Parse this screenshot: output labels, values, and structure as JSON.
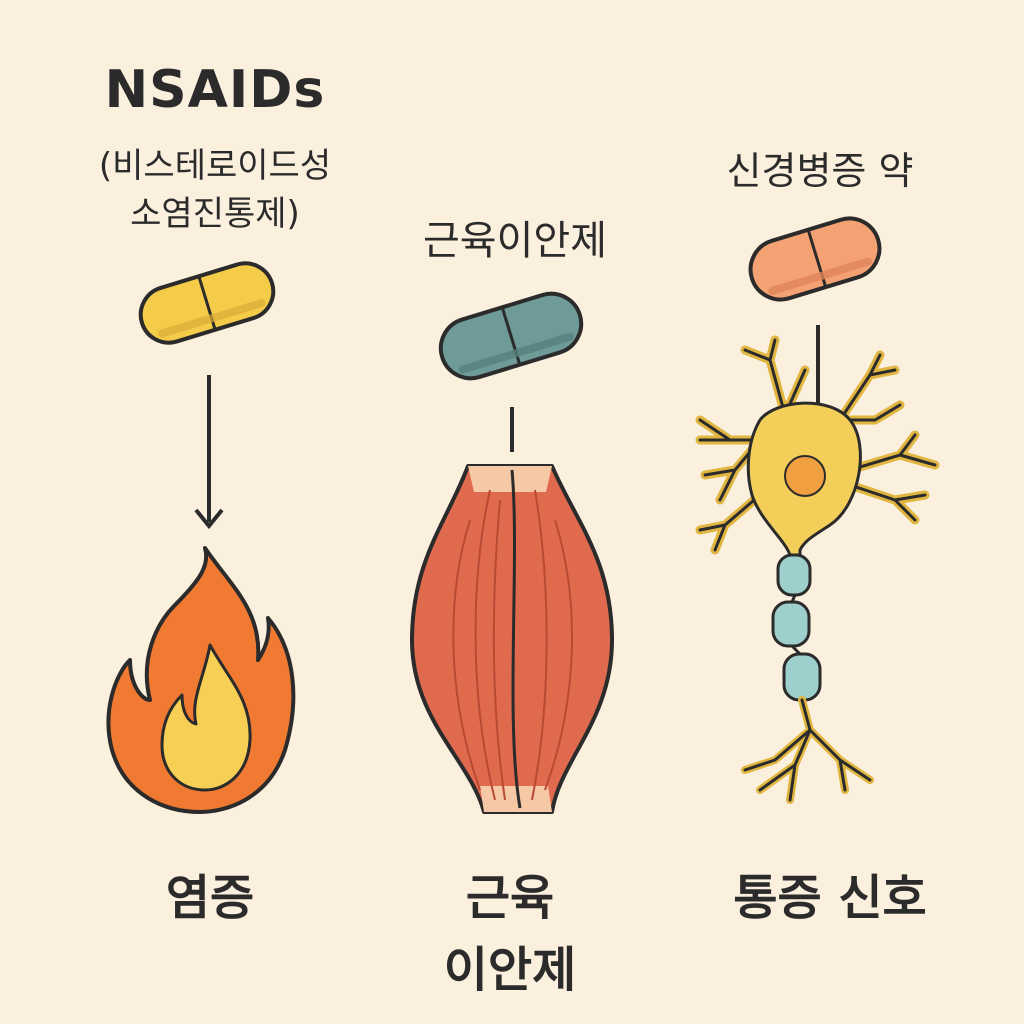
{
  "columns": [
    {
      "top_label": "NSAIDs",
      "top_sub_1": "(비스테로이드성",
      "top_sub_2": "소염진통제)",
      "pill_color": "#f5cc4a",
      "target_icon": "flame-icon",
      "bottom_label": "염증"
    },
    {
      "top_label": "근육이안제",
      "pill_color": "#6e9a98",
      "target_icon": "muscle-icon",
      "bottom_label_1": "근육",
      "bottom_label_2": "이안제"
    },
    {
      "top_label": "신경병증 약",
      "pill_color": "#f4a273",
      "target_icon": "neuron-icon",
      "bottom_label": "통증 신호"
    }
  ],
  "colors": {
    "background": "#fbf0dd",
    "flame_outer": "#f07a32",
    "flame_inner": "#f8cf55",
    "muscle": "#e06a4e",
    "neuron": "#f3cf5a",
    "myelin": "#9dcfcd"
  }
}
